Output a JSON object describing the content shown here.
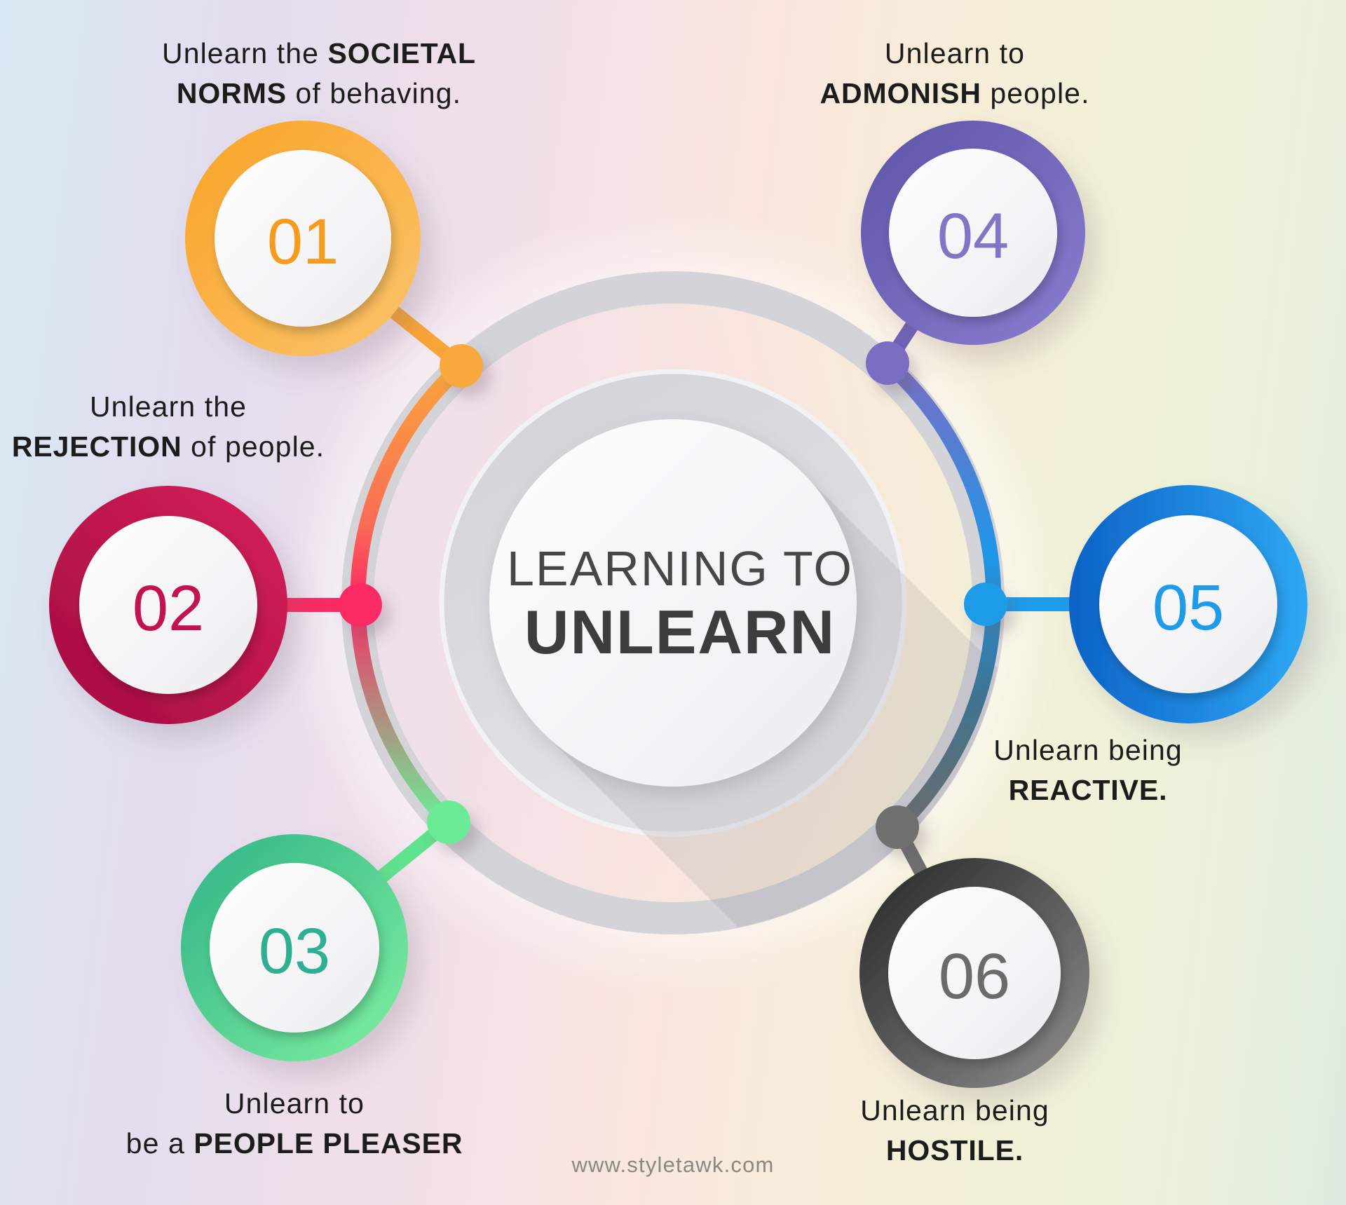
{
  "center": {
    "line1": "LEARNING TO",
    "line2": "UNLEARN",
    "text_color": "#3d3d3d"
  },
  "footer": {
    "url": "www.styletawk.com",
    "color": "#8d8782"
  },
  "nodes": [
    {
      "number": "01",
      "number_color": "#F59C1E",
      "ring_color": "#F9A629",
      "dot_color": "#F9A83C",
      "connector_color": "#F8A437",
      "label": {
        "line1": {
          "pre": "Unlearn the ",
          "bold": "SOCIETAL",
          "post": ""
        },
        "line2": {
          "pre": "",
          "bold": "NORMS",
          "post": " of behaving."
        }
      }
    },
    {
      "number": "02",
      "number_color": "#C21350",
      "ring_color": "#C31150",
      "dot_color": "#FA2A63",
      "connector_color": "#FA2A63",
      "label": {
        "line1": {
          "pre": "Unlearn the",
          "bold": "",
          "post": ""
        },
        "line2": {
          "pre": "",
          "bold": "REJECTION",
          "post": " of people."
        }
      }
    },
    {
      "number": "03",
      "number_color": "#2EAF92",
      "ring_color": "#3BBC8C",
      "dot_color": "#6CEB97",
      "connector_color": "#5FE38E",
      "label": {
        "line1": {
          "pre": "Unlearn to",
          "bold": "",
          "post": ""
        },
        "line2": {
          "pre": "be a ",
          "bold": "PEOPLE PLEASER",
          "post": ""
        }
      }
    },
    {
      "number": "04",
      "number_color": "#8176C6",
      "ring_color": "#675CB2",
      "dot_color": "#7A6DC2",
      "connector_color": "#6F63B8",
      "label": {
        "line1": {
          "pre": "Unlearn to",
          "bold": "",
          "post": ""
        },
        "line2": {
          "pre": "",
          "bold": "ADMONISH",
          "post": " people."
        }
      }
    },
    {
      "number": "05",
      "number_color": "#1E9BE9",
      "ring_color": "#1578D6",
      "dot_color": "#1E9BE9",
      "connector_color": "#1E9BE9",
      "label": {
        "line1": {
          "pre": "Unlearn being",
          "bold": "",
          "post": ""
        },
        "line2": {
          "pre": "",
          "bold": "REACTIVE.",
          "post": ""
        }
      }
    },
    {
      "number": "06",
      "number_color": "#6B6B6B",
      "ring_color": "#3A3A3A",
      "dot_color": "#6F6F6F",
      "connector_color": "#6E6E6E",
      "label": {
        "line1": {
          "pre": "Unlearn being",
          "bold": "",
          "post": ""
        },
        "line2": {
          "pre": "",
          "bold": "HOSTILE.",
          "post": ""
        }
      }
    }
  ]
}
